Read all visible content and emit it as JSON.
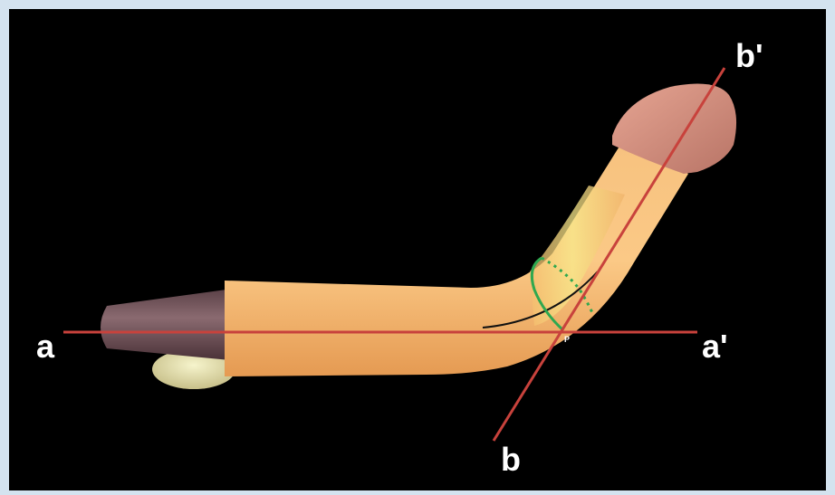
{
  "labels": {
    "a": "a",
    "a_prime": "a'",
    "b": "b",
    "b_prime": "b'",
    "p": "P"
  },
  "colors": {
    "frame": "#d4e3ef",
    "background": "#000000",
    "shaft": "#f4b770",
    "glans": "#d8917e",
    "axis_lines": "#c8423c",
    "circumference_marker": "#2fa84f",
    "label_text": "#ffffff"
  }
}
